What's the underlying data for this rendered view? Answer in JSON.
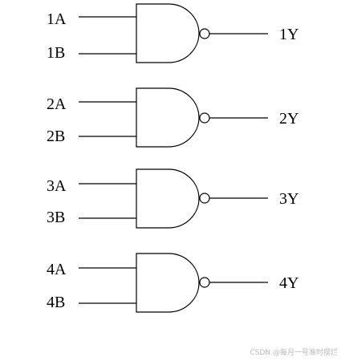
{
  "diagram": {
    "gates": [
      {
        "type": "NAND",
        "inputs": [
          "1A",
          "1B"
        ],
        "output": "1Y"
      },
      {
        "type": "NAND",
        "inputs": [
          "2A",
          "2B"
        ],
        "output": "2Y"
      },
      {
        "type": "NAND",
        "inputs": [
          "3A",
          "3B"
        ],
        "output": "3Y"
      },
      {
        "type": "NAND",
        "inputs": [
          "4A",
          "4B"
        ],
        "output": "4Y"
      }
    ],
    "watermark": "CSDN @每月一号准时摆烂"
  }
}
